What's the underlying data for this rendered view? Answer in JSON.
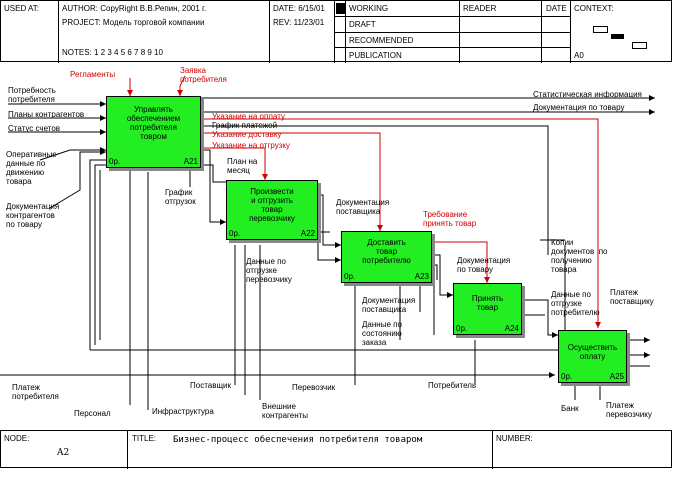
{
  "header": {
    "used_at": "USED AT:",
    "author": "AUTHOR: CopyRight В.В.Репин, 2001 г.",
    "project": "PROJECT:  Модель торговой компании",
    "notes": "NOTES: 1 2 3 4 5 6 7 8 9 10",
    "date_label": "DATE: 6/15/01",
    "rev_label": "REV:    11/23/01",
    "statuses": [
      "WORKING",
      "DRAFT",
      "RECOMMENDED",
      "PUBLICATION"
    ],
    "reader": "READER",
    "date": "DATE",
    "context": "CONTEXT:",
    "context_node": "A0"
  },
  "footer": {
    "node_label": "NODE:",
    "node_value": "A2",
    "title_label": "TITLE:",
    "title_value": "Бизнес-процесс обеспечения потребителя товаром",
    "number_label": "NUMBER:"
  },
  "boxes": [
    {
      "name": "Управлять\nобеспечением\nпотребителя\nтовром",
      "dp": "0р.",
      "node": "A21"
    },
    {
      "name": "Произвести\nи отгрузить\nтовар\nперевозчику",
      "dp": "0р.",
      "node": "A22"
    },
    {
      "name": "Доставить\nтовар\nпотребителю",
      "dp": "0р.",
      "node": "A23"
    },
    {
      "name": "Принять\nтовар",
      "dp": "0р.",
      "node": "A24"
    },
    {
      "name": "Осуществить\nоплату",
      "dp": "0р.",
      "node": "A25"
    }
  ],
  "labels": {
    "reglamenty": "Регламенты",
    "zayavka": "Заявка\nпотребителя",
    "potrebnost": "Потребность\nпотребителя",
    "plany": "Планы контрагентов",
    "status": "Статус счетов",
    "operativnye": "Оперативные\nданные по\nдвижению\nтовара",
    "dokumentaciya_kontr": "Документация\nконтрагентов\nпо товару",
    "stat_info": "Статистическая информация",
    "dok_po_tovaru_top": "Документация по товару",
    "ukaz_oplatu": "Указание на оплату",
    "grafik_platezhei": "График платежей",
    "ukaz_dostavku": "Указание доставку",
    "ukaz_otgruzku": "Указание на отгрузку",
    "plan_na_mesyac": "План на\nмесяц",
    "grafik_otgruzok": "График\nотгрузок",
    "dok_postavshchika": "Документация\nпоставщика",
    "trebovanie": "Требование\nпринять товар",
    "dok_po_tovaru_mid": "Документация\nпо товару",
    "dannye_otgruzke_perev": "Данные по\nотгрузке\nперевозчику",
    "dok_postavshchika2": "Документация\nпоставщика",
    "dannye_sostoyanii": "Данные по\nсостоянию\nзаказа",
    "kopii_dokumentov": "Копии\nдокументов  по\nполучению\nтовара",
    "dannye_otgruzke_potr": "Данные по\nотгрузке\nпотребителю",
    "platezh_postavshchiku": "Платеж\nпоставщику",
    "platezh_potrebitelya": "Платеж\nпотребителя",
    "postavshchik": "Поставщик",
    "perevozchik": "Перевозчик",
    "potrebitel": "Потребитель",
    "personal": "Персонал",
    "infrastruktura": "Инфраструктура",
    "vneshnie": "Внешние\nконтрагенты",
    "bank": "Банк",
    "platezh_perevozchiku": "Платеж\nперевозчику"
  }
}
